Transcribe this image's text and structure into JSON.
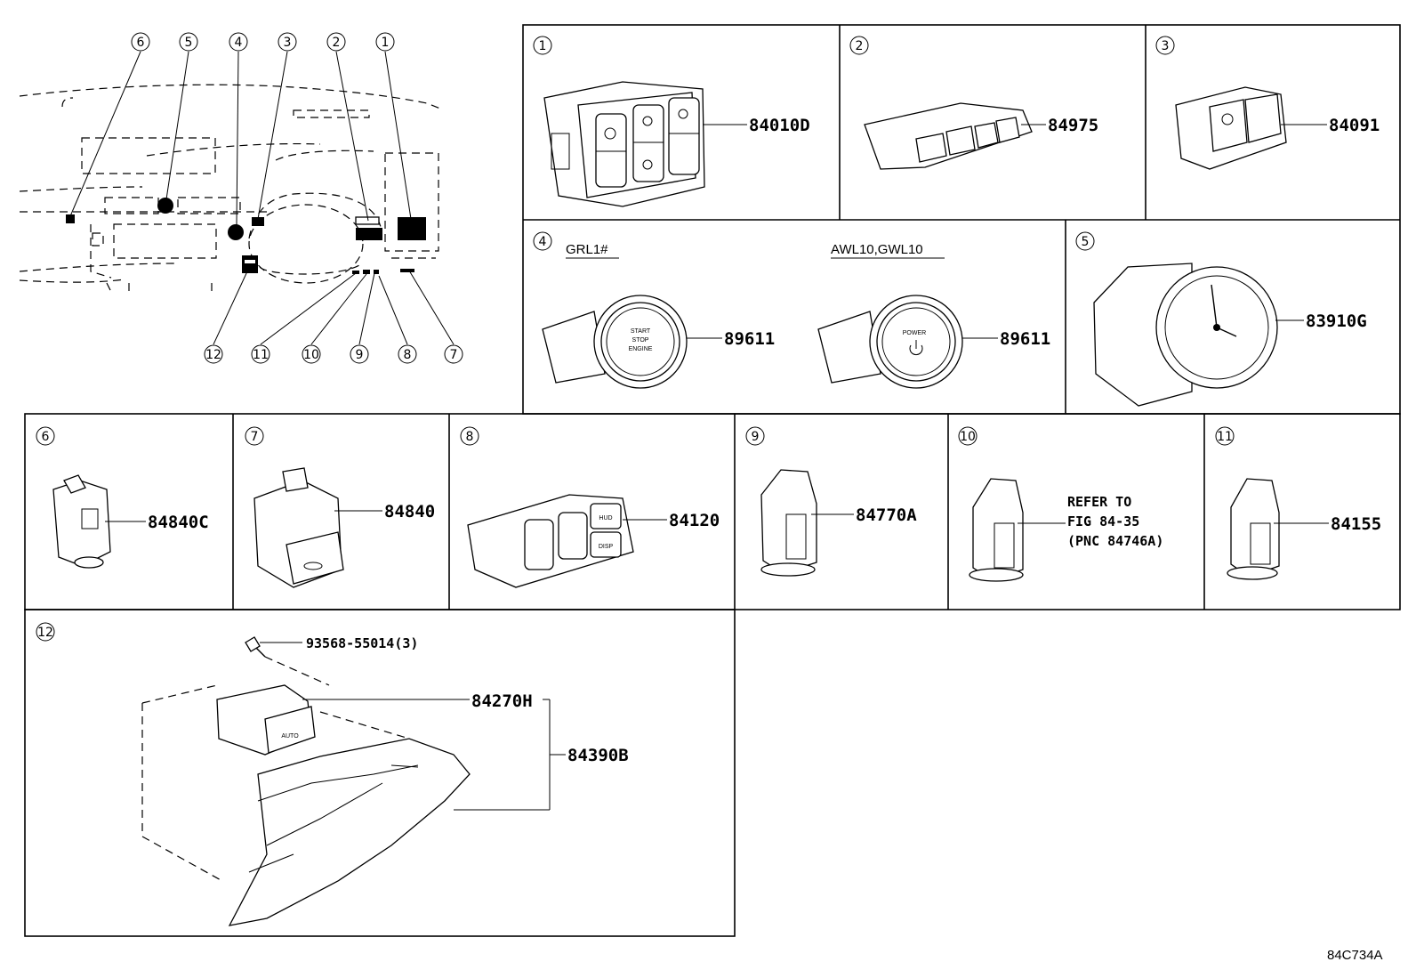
{
  "overview": {
    "callouts": [
      "1",
      "2",
      "3",
      "4",
      "5",
      "6",
      "7",
      "8",
      "9",
      "10",
      "11",
      "12"
    ]
  },
  "panels": {
    "p1": {
      "num": "1",
      "part": "84010D"
    },
    "p2": {
      "num": "2",
      "part": "84975"
    },
    "p3": {
      "num": "3",
      "part": "84091"
    },
    "p4": {
      "num": "4",
      "variant_a": "GRL1#",
      "variant_b": "AWL10,GWL10",
      "part_a": "89611",
      "part_b": "89611",
      "btn_a": [
        "START",
        "STOP",
        "ENGINE"
      ],
      "btn_b": "POWER"
    },
    "p5": {
      "num": "5",
      "part": "83910G"
    },
    "p6": {
      "num": "6",
      "part": "84840C"
    },
    "p7": {
      "num": "7",
      "part": "84840"
    },
    "p8": {
      "num": "8",
      "part": "84120",
      "btn_hud": "HUD",
      "btn_disp": "DISP"
    },
    "p9": {
      "num": "9",
      "part": "84770A"
    },
    "p10": {
      "num": "10",
      "refer": [
        "REFER TO",
        "FIG 84-35",
        "(PNC 84746A)"
      ]
    },
    "p11": {
      "num": "11",
      "part": "84155"
    },
    "p12": {
      "num": "12",
      "bolt": "93568-55014(3)",
      "switch": "84270H",
      "assy": "84390B",
      "switch_label": "AUTO"
    }
  },
  "figure_code": "84C734A"
}
